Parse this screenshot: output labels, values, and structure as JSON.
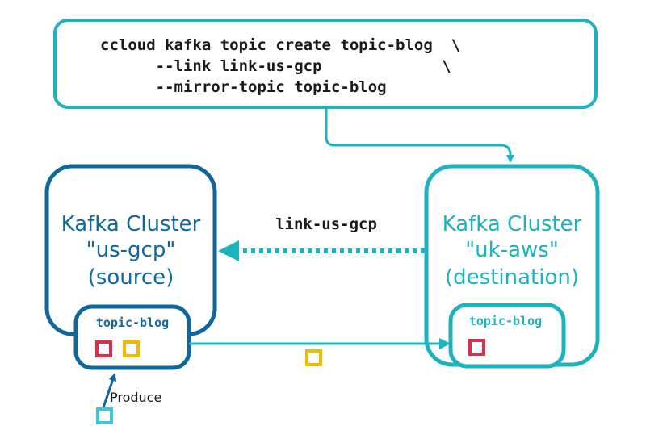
{
  "command": {
    "lines": [
      "ccloud kafka topic create topic-blog  \\",
      "      --link link-us-gcp             \\",
      "      --mirror-topic topic-blog"
    ]
  },
  "source_cluster": {
    "title_lines": [
      "Kafka Cluster",
      "\"us-gcp\"",
      "(source)"
    ],
    "topic": "topic-blog"
  },
  "destination_cluster": {
    "title_lines": [
      "Kafka Cluster",
      "\"uk-aws\"",
      "(destination)"
    ],
    "topic": "topic-blog"
  },
  "link": {
    "label": "link-us-gcp"
  },
  "produce": {
    "label": "Produce"
  },
  "colors": {
    "source": "#10689a",
    "destination": "#1cb3bf",
    "message_red": "#d6304f",
    "message_yellow": "#f5b800",
    "message_cyan": "#3ec5e6"
  },
  "icons": [
    "red-message-icon",
    "yellow-message-icon",
    "cyan-message-icon"
  ]
}
